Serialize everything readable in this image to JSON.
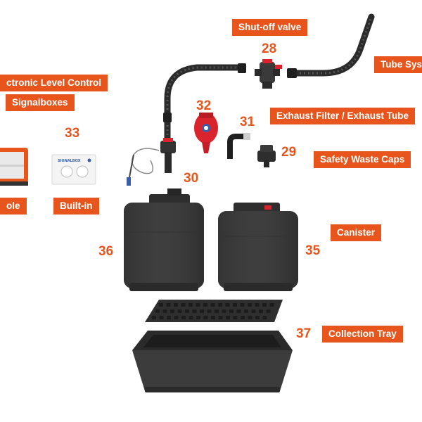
{
  "labels": {
    "shutoff_valve": "Shut-off valve",
    "tube_system": "Tube Sys",
    "level_control": "ctronic Level Control",
    "signalboxes": "Signalboxes",
    "exhaust_filter": "Exhaust Filter / Exhaust Tube",
    "safety_caps": "Safety Waste Caps",
    "mobile": "ole",
    "builtin": "Built-in",
    "canister": "Canister",
    "collection_tray": "Collection Tray"
  },
  "numbers": {
    "n28": "28",
    "n32": "32",
    "n31": "31",
    "n29": "29",
    "n33": "33",
    "n30": "30",
    "n36": "36",
    "n35": "35",
    "n37": "37"
  },
  "builtin_panel_text": "SIGNALBOX",
  "colors": {
    "accent": "#e8551c",
    "dark_gray": "#3c3c3c",
    "red_part": "#d9232d"
  }
}
